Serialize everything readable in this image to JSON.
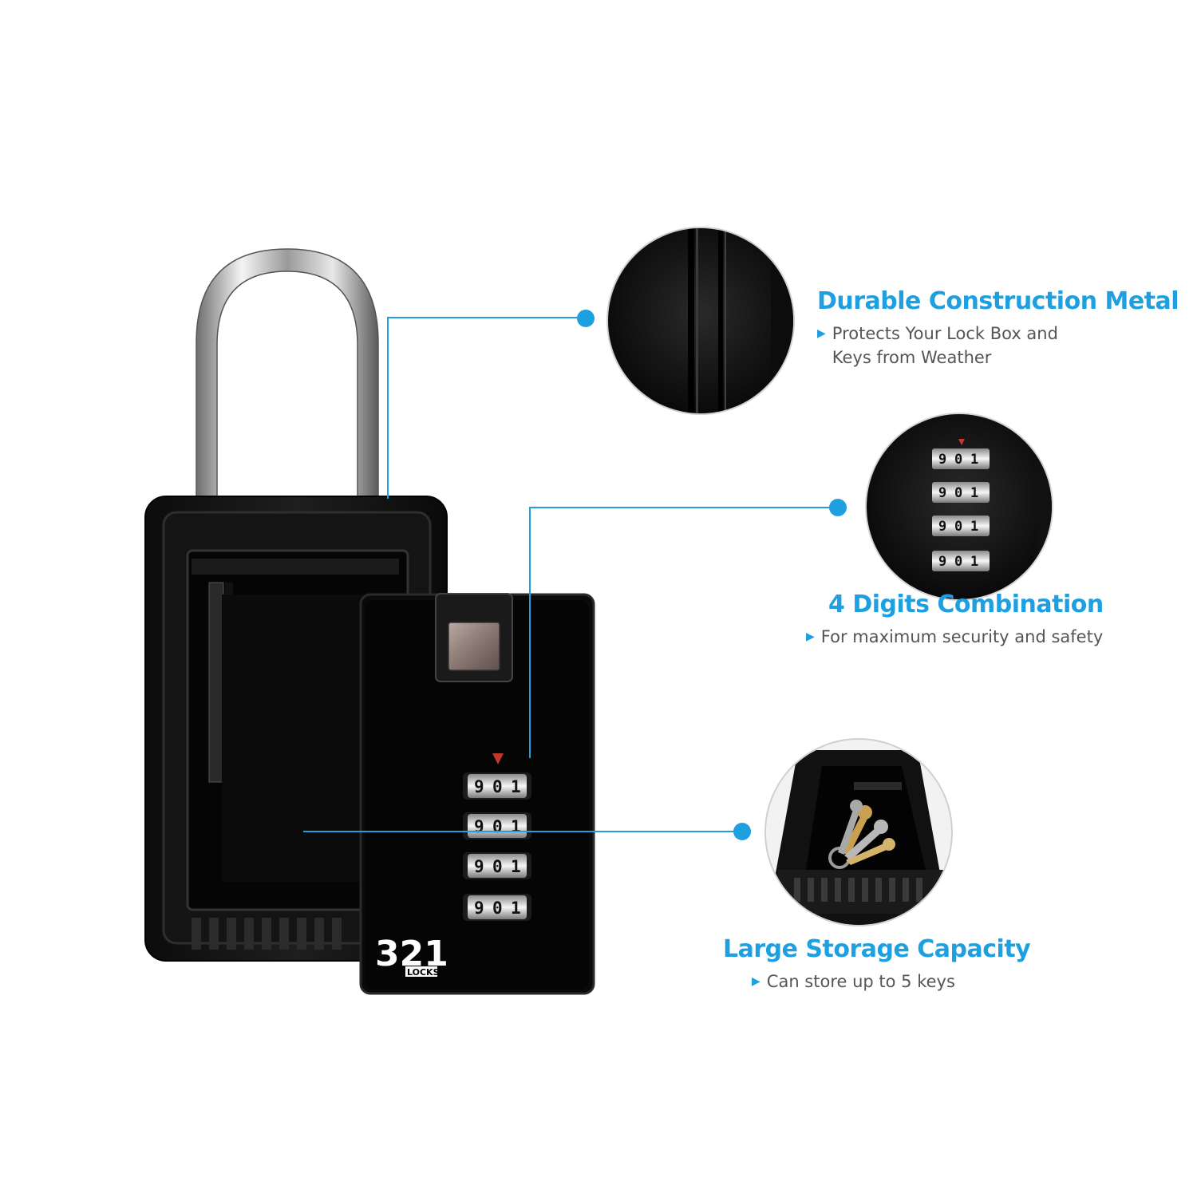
{
  "accent_color": "#1ea0e0",
  "product": {
    "brand_logo_number": "321",
    "brand_logo_word": "LOCKS",
    "dial_digits": [
      "9",
      "0",
      "1"
    ]
  },
  "features": [
    {
      "title": "Durable Construction Metal",
      "description": [
        "Protects Your Lock Box and",
        "Keys from Weather"
      ],
      "icon": "textured-metal-closeup"
    },
    {
      "title": "4 Digits Combination",
      "description": [
        "For maximum security and safety"
      ],
      "icon": "combination-dials-closeup"
    },
    {
      "title": "Large Storage Capacity",
      "description": [
        "Can store up to 5 keys"
      ],
      "icon": "keys-inside-box-closeup"
    }
  ]
}
